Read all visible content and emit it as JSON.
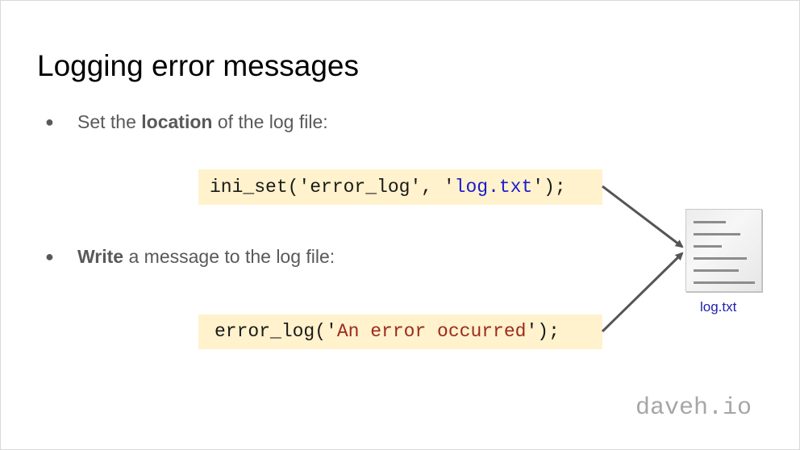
{
  "slide": {
    "title": "Logging error messages",
    "bullets": [
      {
        "marker": "●",
        "pre": "Set the ",
        "bold": "location",
        "post": " of the log file:"
      },
      {
        "marker": "●",
        "pre": "",
        "bold": "Write",
        "post": " a message to the log file:"
      }
    ],
    "code1": {
      "before": "ini_set('error_log', '",
      "string": "log.txt",
      "after": "');"
    },
    "code2": {
      "before": "error_log('",
      "string": "An error occurred",
      "after": "');"
    },
    "file_icon": {
      "icon": "document-icon",
      "label": "log.txt"
    },
    "brand": "daveh.io"
  },
  "colors": {
    "code_background": "#fff2cc",
    "string_blue": "#1c1ccf",
    "string_red": "#9c2a1f",
    "label_blue": "#1f1fb0",
    "arrow": "#555555"
  }
}
